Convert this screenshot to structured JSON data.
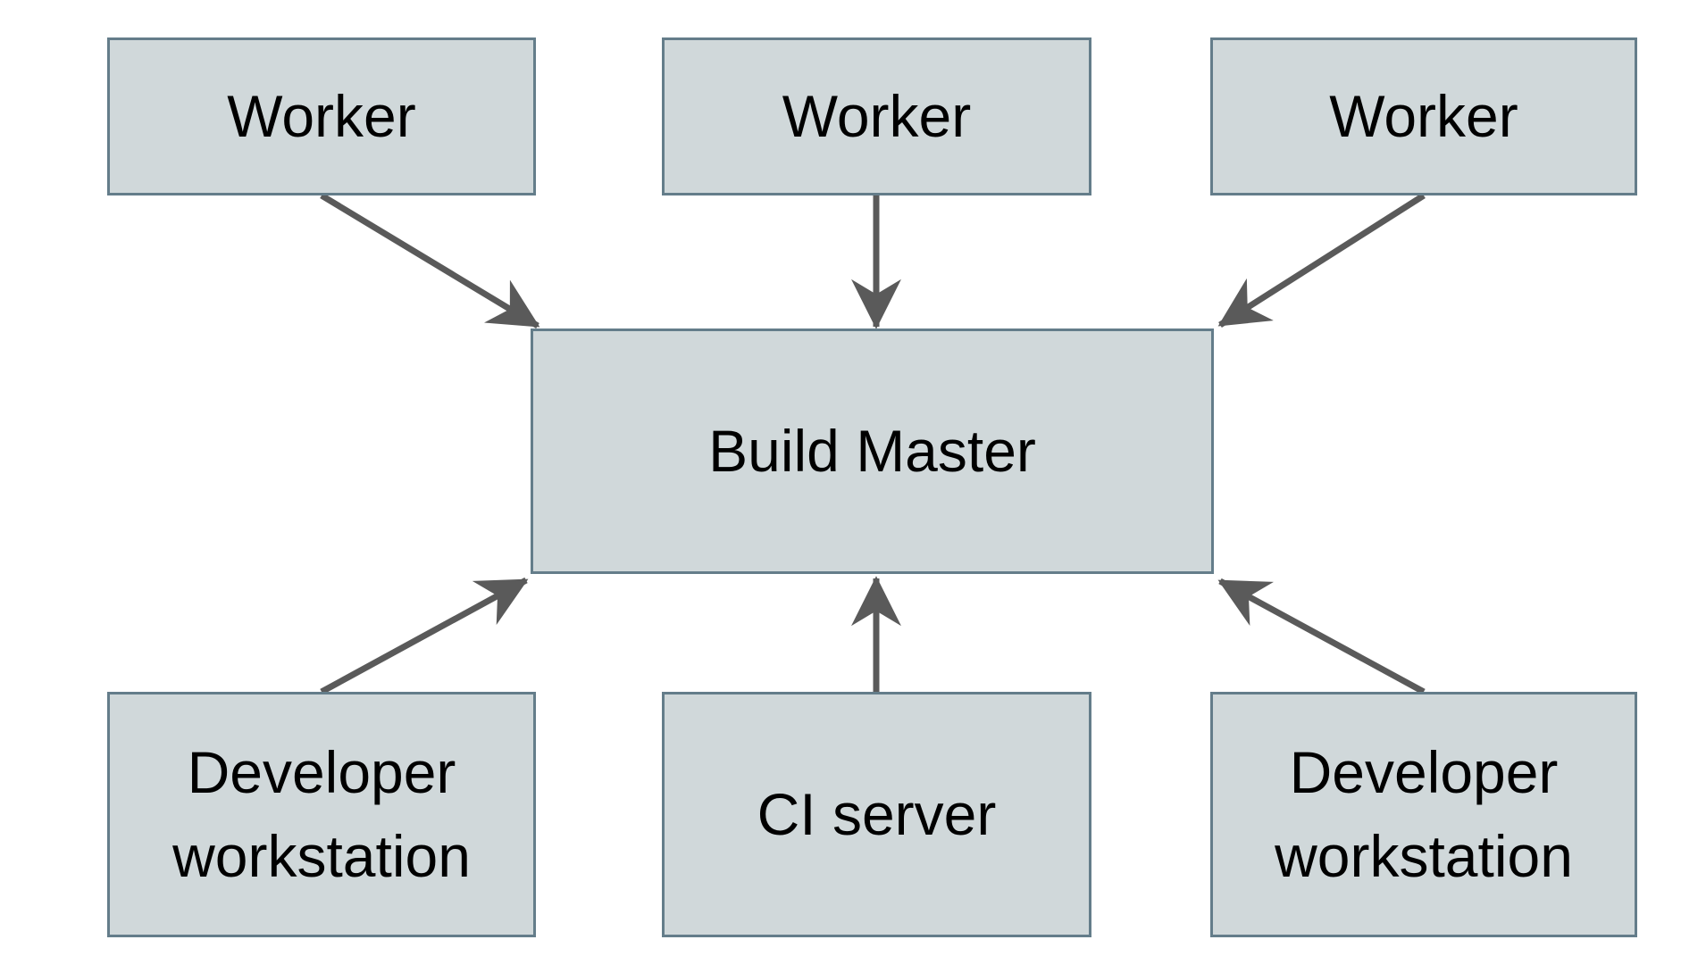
{
  "diagram": {
    "nodes": {
      "worker1": {
        "label": "Worker"
      },
      "worker2": {
        "label": "Worker"
      },
      "worker3": {
        "label": "Worker"
      },
      "build_master": {
        "label": "Build Master"
      },
      "dev1": {
        "label": "Developer workstation"
      },
      "ci": {
        "label": "CI server"
      },
      "dev2": {
        "label": "Developer workstation"
      }
    },
    "edges": [
      {
        "from": "worker1",
        "to": "build_master"
      },
      {
        "from": "worker2",
        "to": "build_master"
      },
      {
        "from": "worker3",
        "to": "build_master"
      },
      {
        "from": "dev1",
        "to": "build_master"
      },
      {
        "from": "ci",
        "to": "build_master"
      },
      {
        "from": "dev2",
        "to": "build_master"
      }
    ],
    "colors": {
      "background": "#ffffff",
      "node_fill": "#d0d8da",
      "node_border": "#647d8a",
      "arrow": "#5a5a5a",
      "text": "#000000"
    }
  }
}
